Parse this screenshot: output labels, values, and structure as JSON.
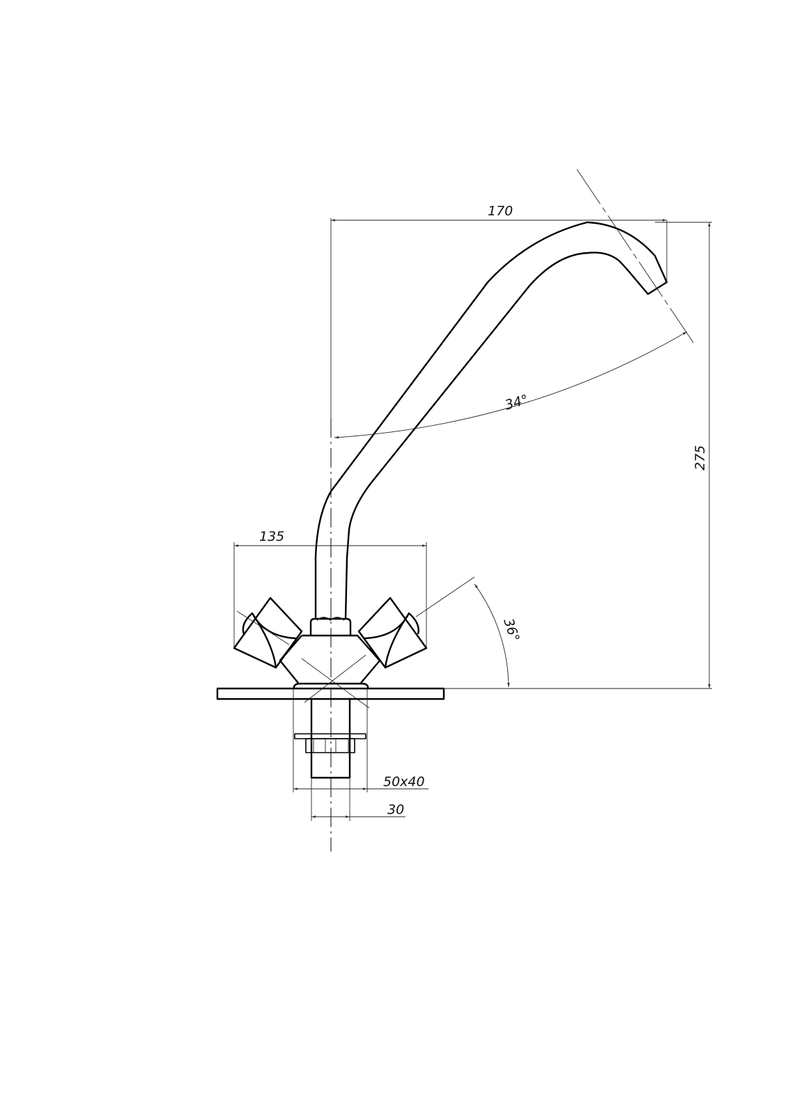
{
  "drawing": {
    "title": "Faucet dimension drawing",
    "line_color": "#000000",
    "dimensions": {
      "spout_reach": "170",
      "total_height": "275",
      "spout_angle": "34°",
      "handle_angle": "36°",
      "handle_span": "135",
      "shank_size": "50x40",
      "shank_diameter": "30"
    }
  }
}
